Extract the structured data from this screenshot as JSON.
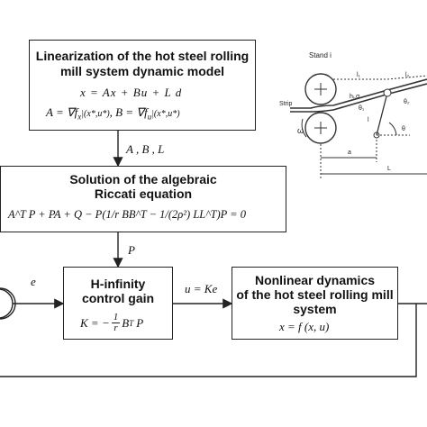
{
  "blocks": {
    "linearization": {
      "title_line1": "Linearization of the hot steel rolling",
      "title_line2": "mill system dynamic model",
      "eq1": "x = Ax + Bu + L d",
      "eq2_a": "A = ∇f",
      "eq2_a_sub": "x",
      "eq2_a_eval": "|(x*,u*)",
      "eq2_b": ", B = ∇f",
      "eq2_b_sub": "u",
      "eq2_b_eval": "|(x*,u*)"
    },
    "riccati": {
      "title_line1": "Solution of the algebraic",
      "title_line2": "Riccati  equation",
      "eq": "A^T P + PA + Q − P(1/r BB^T − 1/(2ρ²) LL^T)P = 0"
    },
    "hinf": {
      "title_line1": "H-infinity",
      "title_line2": "control  gain",
      "eq_lhs": "K = −",
      "eq_num": "1",
      "eq_den": "r",
      "eq_rhs": "B",
      "eq_sup": "T",
      "eq_end": "P"
    },
    "nonlinear": {
      "title_line1": "Nonlinear dynamics",
      "title_line2": "of the  hot steel rolling mill",
      "title_line3": "system",
      "eq": "x = f (x, u)"
    }
  },
  "signals": {
    "abl": "A , B , L",
    "p": "P",
    "e": "e",
    "u": "u = Ke"
  },
  "schematic": {
    "stand_label": "Stand i",
    "strip_label": "Strip",
    "omega": "ω",
    "l1": "l₁",
    "l2": "l₂",
    "hsigma": "hᵢ,σ",
    "theta1": "θ₁",
    "theta2": "θ₂",
    "l": "l",
    "theta": "θ",
    "a": "a",
    "L": "L"
  }
}
